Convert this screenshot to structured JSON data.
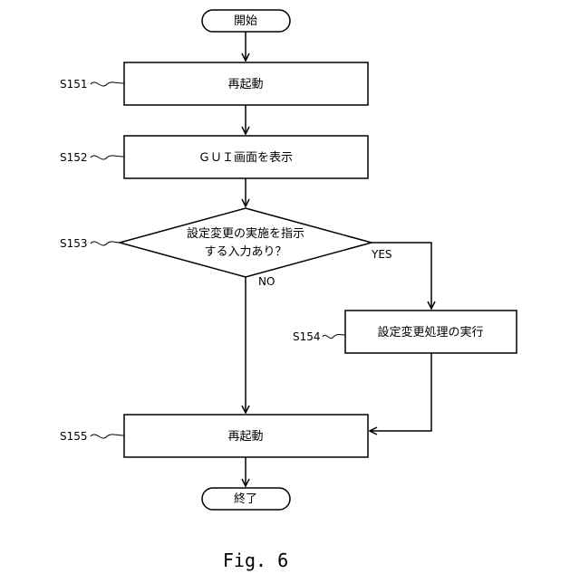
{
  "nodes": {
    "start": "開始",
    "s151": "再起動",
    "s152": "ＧＵＩ画面を表示",
    "s153_line1": "設定変更の実施を指示",
    "s153_line2": "する入力あり？",
    "s154": "設定変更処理の実行",
    "s155": "再起動",
    "end": "終了"
  },
  "step_labels": {
    "s151": "S151",
    "s152": "S152",
    "s153": "S153",
    "s154": "S154",
    "s155": "S155"
  },
  "edge_labels": {
    "yes": "YES",
    "no": "NO"
  },
  "caption": "Fig. 6"
}
